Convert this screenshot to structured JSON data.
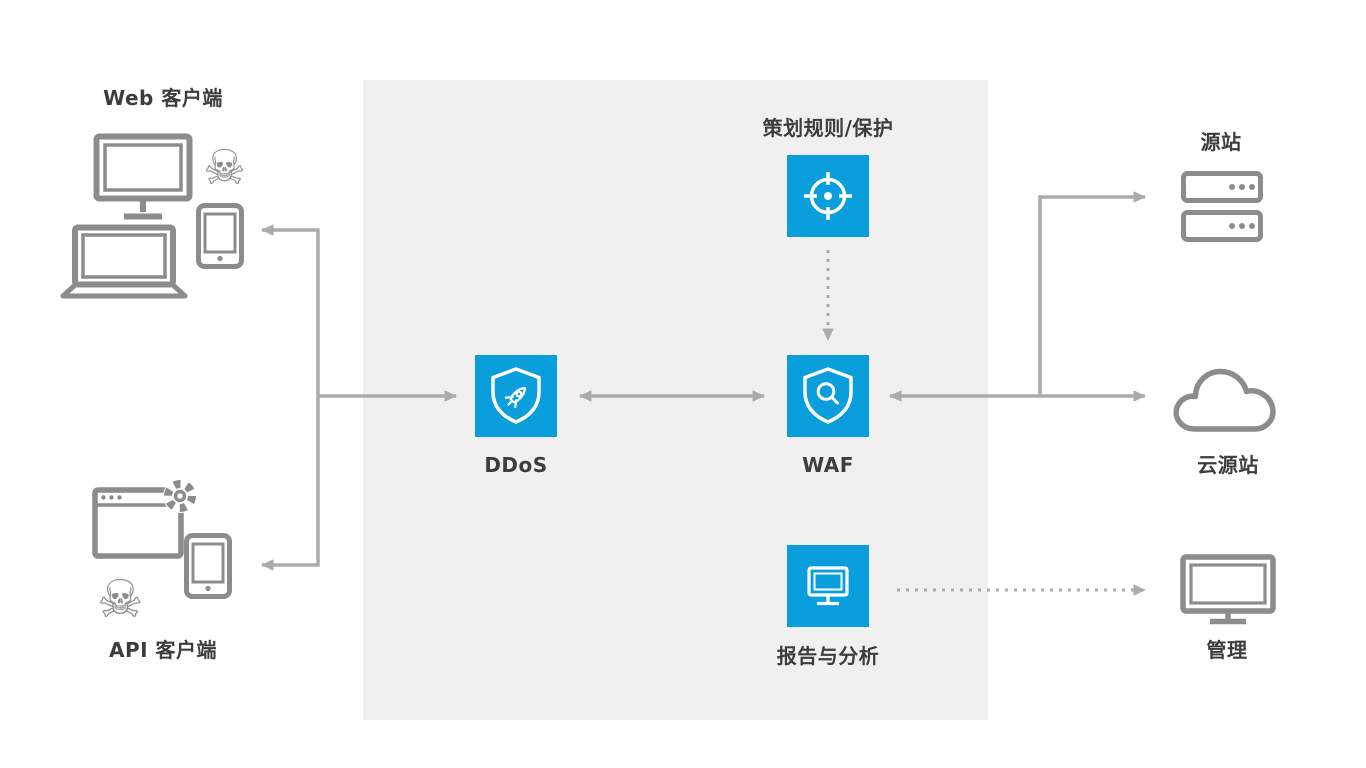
{
  "colors": {
    "accent_blue": "#0a9fdc",
    "panel_gray": "#f0f0f0",
    "arrow_gray": "#ababab",
    "icon_gray": "#8c8c8c",
    "text": "#3d3d3d"
  },
  "glyphs": {
    "skull": "☠"
  },
  "nodes": {
    "web_client": {
      "label": "Web 客户端",
      "icons": [
        "desktop-monitor-icon",
        "laptop-icon",
        "tablet-icon",
        "skull-attack-icon"
      ]
    },
    "api_client": {
      "label": "API 客户端",
      "icons": [
        "browser-gear-icon",
        "tablet-icon",
        "skull-attack-icon"
      ]
    },
    "policy": {
      "label": "策划规则/保护",
      "icon": "target-icon"
    },
    "ddos": {
      "label": "DDoS",
      "icon": "shield-rocket-icon"
    },
    "waf": {
      "label": "WAF",
      "icon": "shield-magnifier-icon"
    },
    "reporting": {
      "label": "报告与分析",
      "icon": "monitor-chart-icon"
    },
    "origin": {
      "label": "源站",
      "icon": "server-stack-icon"
    },
    "cloud_origin": {
      "label": "云源站",
      "icon": "cloud-icon"
    },
    "management": {
      "label": "管理",
      "icon": "monitor-icon"
    }
  },
  "edges": [
    {
      "from": "clients",
      "to": "ddos",
      "style": "solid",
      "direction": "both"
    },
    {
      "from": "ddos",
      "to": "waf",
      "style": "solid",
      "direction": "both"
    },
    {
      "from": "policy",
      "to": "waf",
      "style": "dotted",
      "direction": "to"
    },
    {
      "from": "waf",
      "to": "origin",
      "style": "solid",
      "direction": "both"
    },
    {
      "from": "waf",
      "to": "cloud_origin",
      "style": "solid",
      "direction": "both"
    },
    {
      "from": "reporting",
      "to": "management",
      "style": "dotted",
      "direction": "to"
    }
  ]
}
